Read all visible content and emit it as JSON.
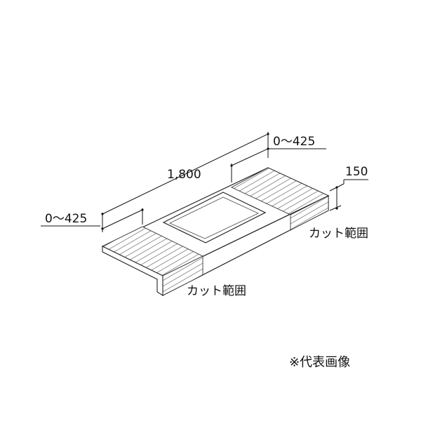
{
  "dimensions": {
    "total_width": "1,800",
    "left_cut_range": "0～425",
    "right_cut_range": "0～425",
    "height": "150"
  },
  "labels": {
    "cut_range_right": "カット範囲",
    "cut_range_front": "カット範囲"
  },
  "note": "※代表画像",
  "colors": {
    "surface": "#ffffff",
    "hatch": "#444444",
    "outline": "#222222"
  }
}
